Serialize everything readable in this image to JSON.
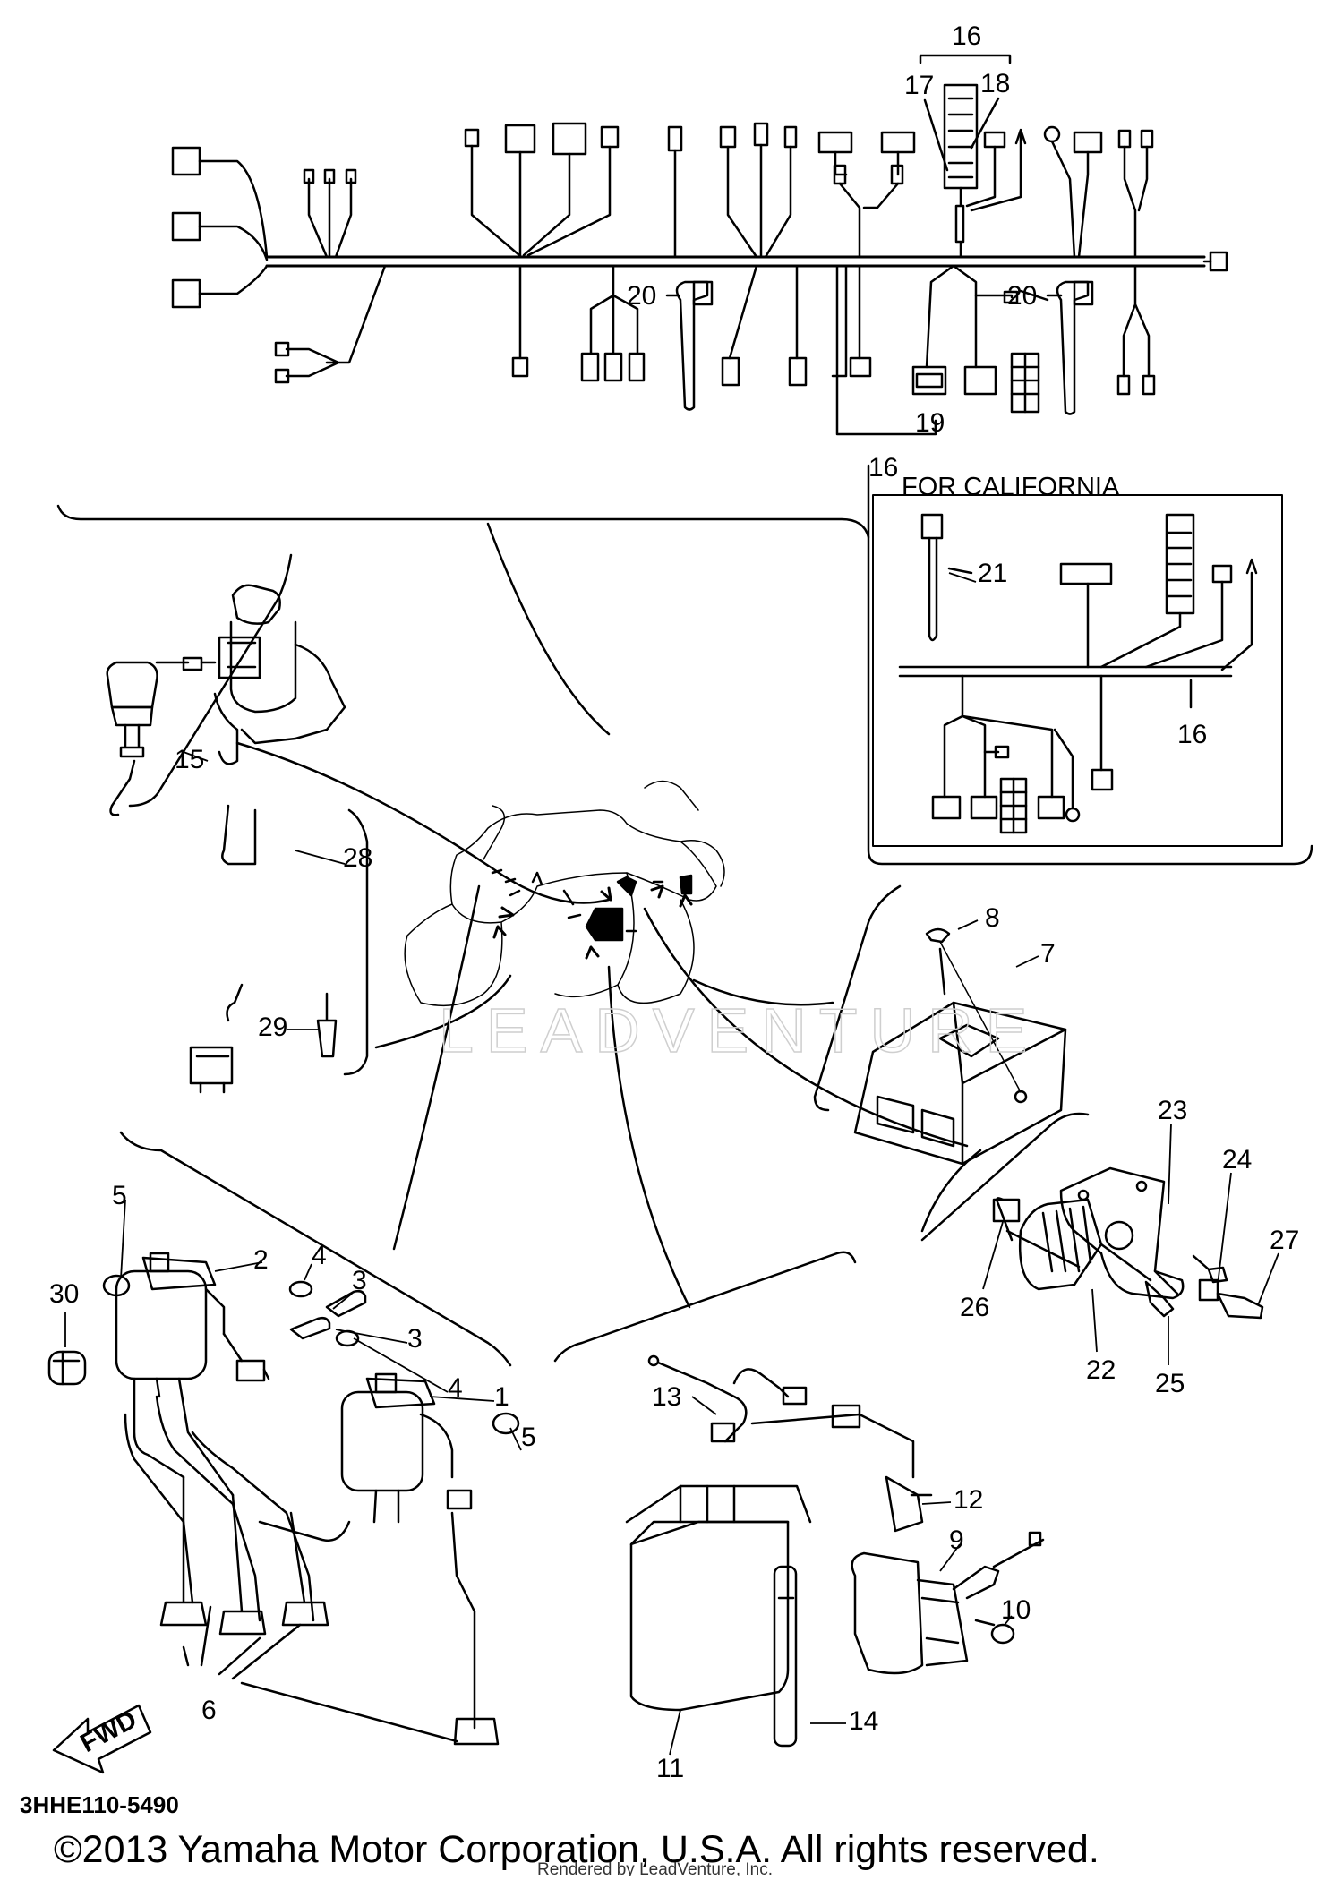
{
  "callouts": {
    "p16_top": "16",
    "p17": "17",
    "p18": "18",
    "p20_left": "20",
    "p20_right": "20",
    "p19": "19",
    "p16_mid": "16",
    "p21": "21",
    "p16_box": "16",
    "p15": "15",
    "p28": "28",
    "p29": "29",
    "p8": "8",
    "p7": "7",
    "p23": "23",
    "p24": "24",
    "p27": "27",
    "p26": "26",
    "p22": "22",
    "p25": "25",
    "p5_a": "5",
    "p2": "2",
    "p4_a": "4",
    "p3_a": "3",
    "p3_b": "3",
    "p4_b": "4",
    "p1": "1",
    "p5_b": "5",
    "p30": "30",
    "p6": "6",
    "p13": "13",
    "p12": "12",
    "p9": "9",
    "p10": "10",
    "p11": "11",
    "p14": "14"
  },
  "inset_title": "FOR CALIFORNIA",
  "fwd_label": "FWD",
  "diagram_code": "3HHE110-5490",
  "copyright": "©2013 Yamaha Motor Corporation, U.S.A. All rights reserved.",
  "rendered_by": "Rendered by LeadVenture, Inc.",
  "watermark": "LEADVENTURE"
}
